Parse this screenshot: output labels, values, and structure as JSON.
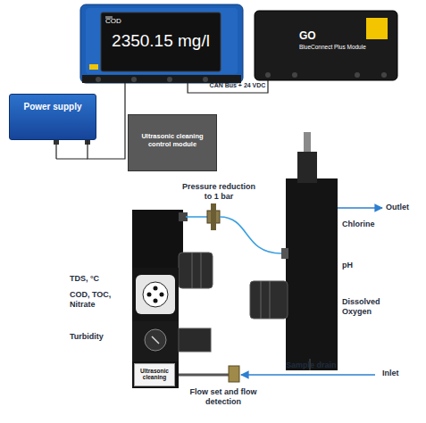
{
  "diagram": {
    "nodes": [
      {
        "text": [
          "COD",
          "2350.15 mg/l"
        ]
      },
      {
        "text": [
          "GO",
          "BlueConnect Plus Module"
        ]
      },
      {
        "text": [
          "Power supply"
        ]
      },
      {
        "text": [
          "Ultrasonic cleaning control module"
        ]
      },
      {
        "text": [
          "Ultrasonic cleaning"
        ]
      }
    ],
    "edges": [
      {
        "from": 0,
        "to": 1,
        "arrow": "none",
        "label": "CAN Bus + 24 VDC"
      },
      {
        "from": 2,
        "to": 0,
        "arrow": "none"
      }
    ],
    "labels": [
      "Pressure reduction to 1 bar",
      "Outlet",
      "Chlorine",
      "TDS, °C",
      "pH",
      "COD, TOC, Nitrate",
      "Dissolved Oxygen",
      "Turbidity",
      "Sample drain",
      "Inlet",
      "Flow set and flow detection"
    ]
  }
}
